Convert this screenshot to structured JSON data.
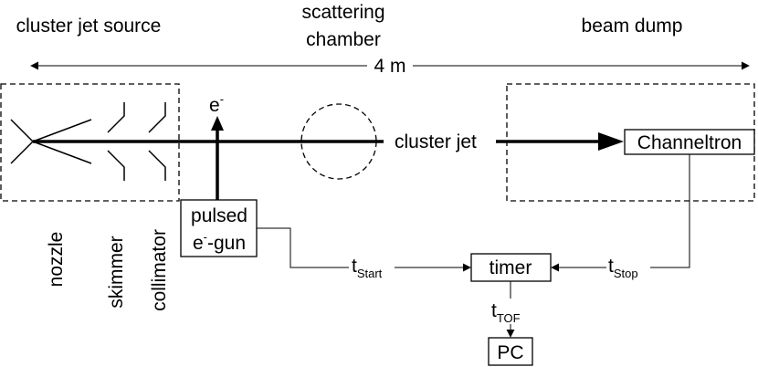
{
  "sections": {
    "source": "cluster jet source",
    "chamber_line1": "scattering",
    "chamber_line2": "chamber",
    "dump": "beam dump"
  },
  "distance": "4 m",
  "electron": {
    "base": "e",
    "superscript": "-"
  },
  "beam_label": "cluster jet",
  "boxes": {
    "channeltron": "Channeltron",
    "gun_line1": "pulsed",
    "gun_line2_base": "e",
    "gun_line2_sup": "-",
    "gun_line2_rest": "-gun",
    "timer": "timer",
    "pc": "PC"
  },
  "signals": {
    "start": {
      "base": "t",
      "sub": "Start"
    },
    "stop": {
      "base": "t",
      "sub": "Stop"
    },
    "tof": {
      "base": "t",
      "sub": "TOF"
    }
  },
  "components": {
    "nozzle": "nozzle",
    "skimmer": "skimmer",
    "collimator": "collimator"
  }
}
